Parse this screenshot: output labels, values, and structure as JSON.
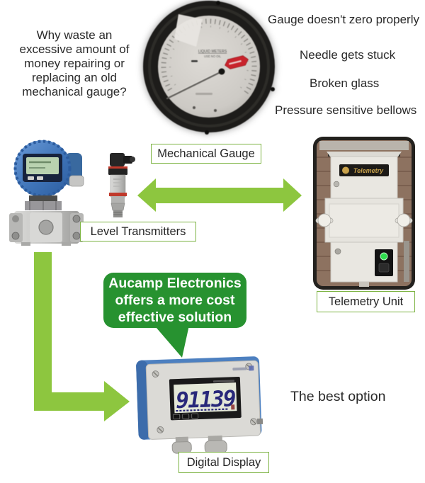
{
  "question": "Why waste an\nexcessive amount of\nmoney repairing or\nreplacing an old\nmechanical gauge?",
  "issues": [
    "Gauge doesn't zero properly",
    "Needle gets stuck",
    "Broken glass",
    "Pressure sensitive bellows"
  ],
  "labels": {
    "mechanical_gauge": "Mechanical Gauge",
    "level_transmitters": "Level Transmitters",
    "telemetry_unit": "Telemetry Unit",
    "digital_display": "Digital Display"
  },
  "bubble_text": "Aucamp Electronics\noffers a more cost\neffective solution",
  "best_option": "The best option",
  "telemetry_brand": "Telemetry",
  "gauge_face": {
    "line1": "LIQUID METERS",
    "line2": "USE NO OIL"
  },
  "digital_display_value": "91139",
  "colors": {
    "arrow_green": "#8dc63f",
    "label_border_green": "#7cb342",
    "bubble_green": "#279230",
    "lcd_digit_blue": "#28287a",
    "transmitter_blue": "#4d80c0",
    "tag_red": "#c8232c"
  }
}
